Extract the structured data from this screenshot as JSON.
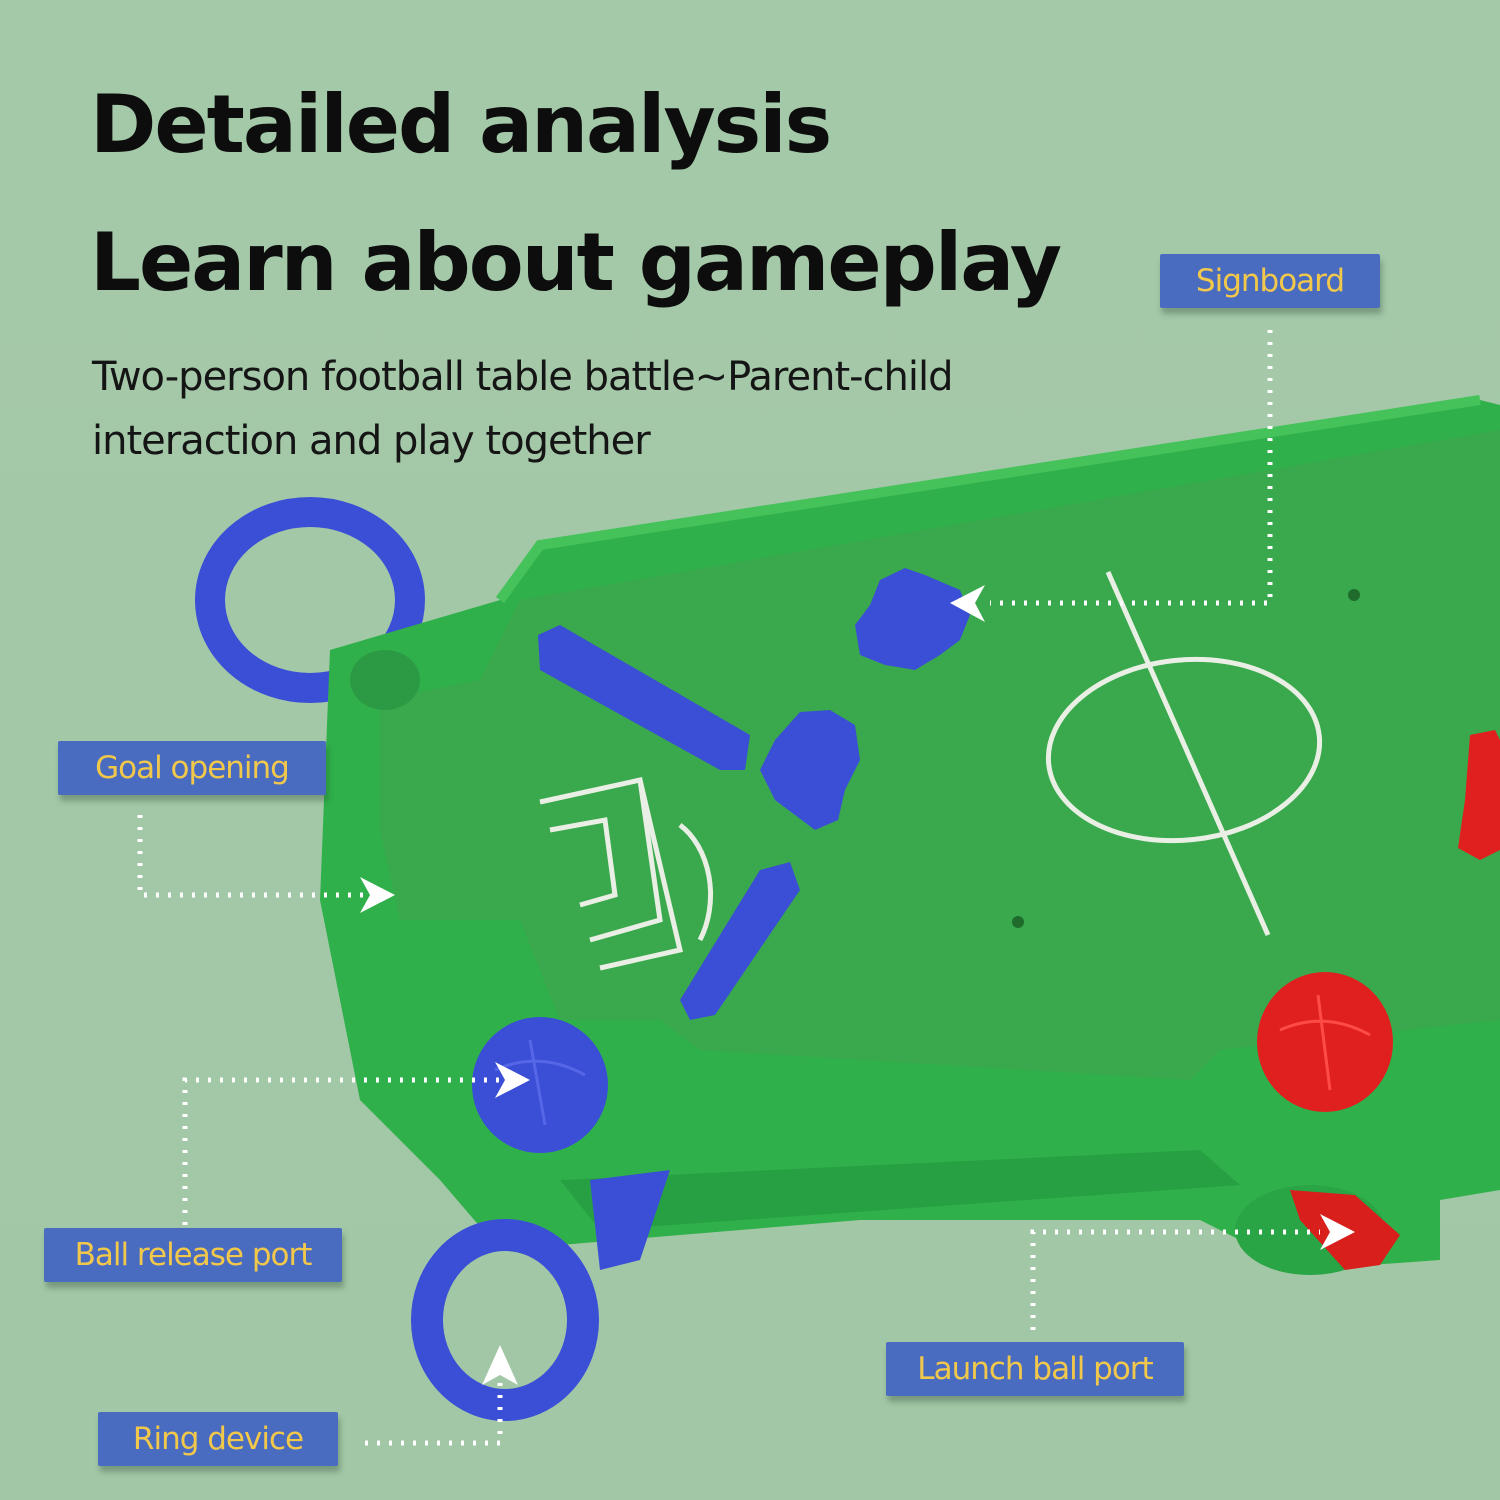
{
  "headline": {
    "line1": "Detailed analysis",
    "line2": "Learn about gameplay"
  },
  "subtitle": "Two-person football table battle~Parent-child interaction and play together",
  "callouts": [
    {
      "id": "signboard",
      "label": "Signboard"
    },
    {
      "id": "goal-opening",
      "label": "Goal opening"
    },
    {
      "id": "ball-release-port",
      "label": "Ball release port"
    },
    {
      "id": "launch-ball-port",
      "label": "Launch ball port"
    },
    {
      "id": "ring-device",
      "label": "Ring device"
    }
  ],
  "colors": {
    "background": "#a3c8a8",
    "table_green": "#2fb34a",
    "field_green": "#35a84a",
    "player_blue": "#3d4fd8",
    "player_red": "#e0201f",
    "label_bg": "#4a6cc0",
    "label_text": "#f2c84b"
  }
}
